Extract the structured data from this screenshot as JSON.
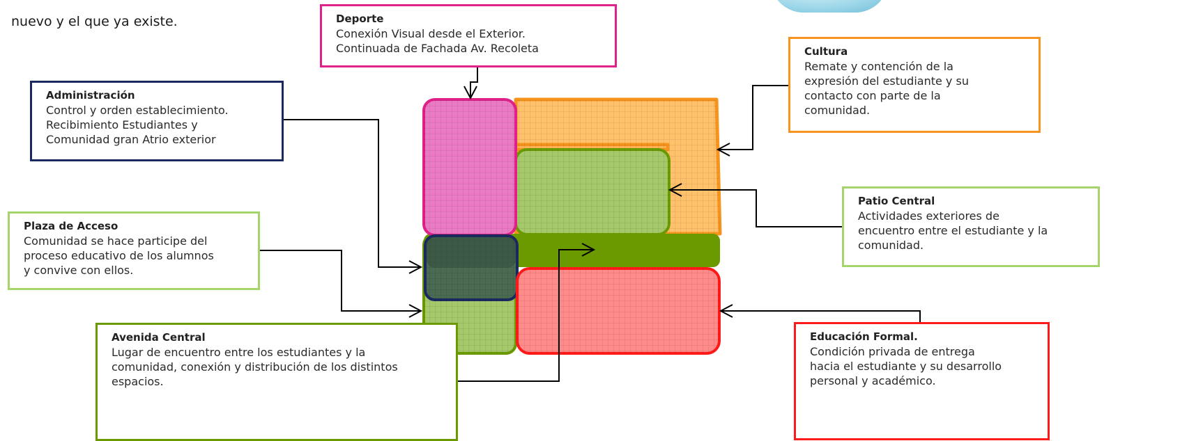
{
  "intro_text": "nuevo y el que ya existe.",
  "colors": {
    "pink": "#e0218a",
    "orange": "#f7941d",
    "green": "#6a9a00",
    "navy": "#1b2a5e",
    "red": "#ff1a1a",
    "lightgreen": "#a5d46a"
  },
  "boxes": {
    "deporte": {
      "title": "Deporte",
      "text": "Conexión Visual desde el Exterior.\nContinuada de Fachada Av. Recoleta"
    },
    "administracion": {
      "title": "Administración",
      "text": "Control y orden establecimiento.\nRecibimiento Estudiantes y\nComunidad gran Atrio exterior"
    },
    "plaza": {
      "title": "Plaza de Acceso",
      "text": "Comunidad se hace participe del\nproceso educativo de los alumnos\ny convive con ellos."
    },
    "avenida": {
      "title": "Avenida Central",
      "text": "Lugar de encuentro entre los estudiantes y la\ncomunidad, conexión y distribución de los distintos\nespacios."
    },
    "cultura": {
      "title": "Cultura",
      "text": "Remate y contención de la\nexpresión del estudiante y su\ncontacto con parte de la\ncomunidad."
    },
    "patio": {
      "title": "Patio Central",
      "text": "Actividades exteriores de\nencuentro entre el estudiante y la\ncomunidad."
    },
    "educacion": {
      "title": "Educación Formal.",
      "text": "Condición privada de entrega\nhacia el estudiante y su desarrollo\npersonal y académico."
    }
  }
}
